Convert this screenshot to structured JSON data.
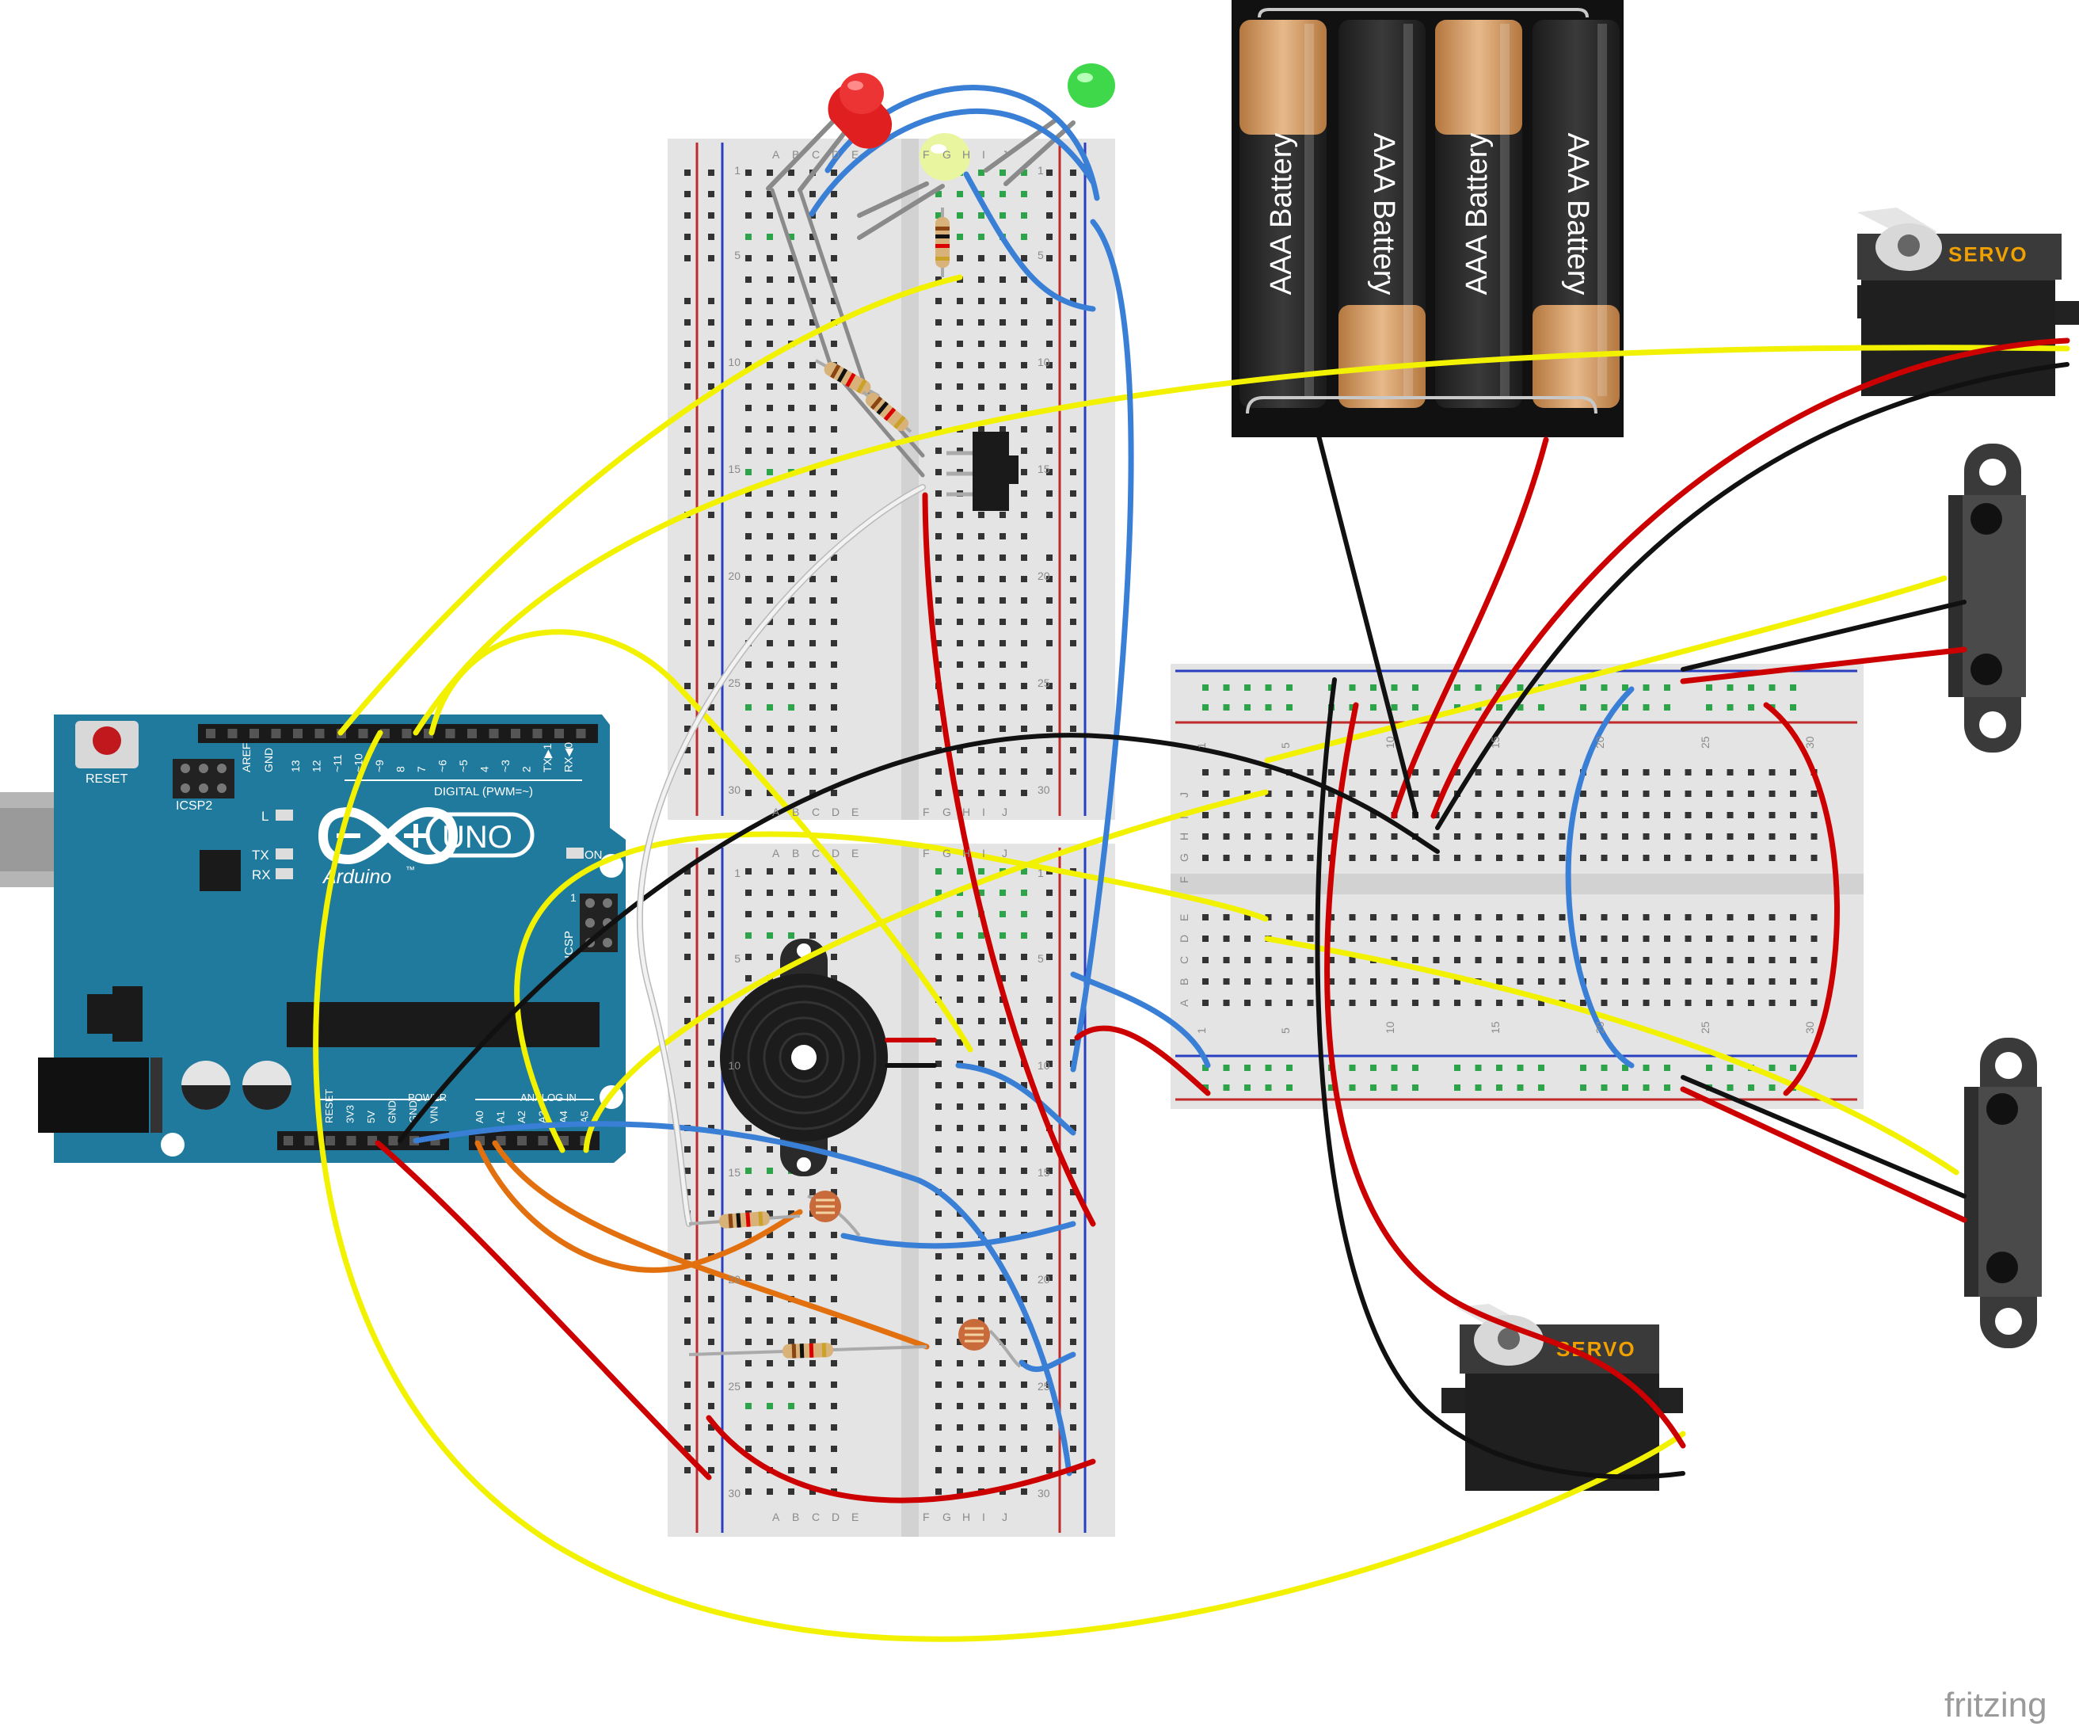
{
  "arduino": {
    "reset_label": "RESET",
    "icsp2_label": "ICSP2",
    "icsp_label": "ICSP",
    "aref_label": "AREF",
    "gnd_label": "GND",
    "digital_pin_labels": [
      "13",
      "12",
      "~11",
      "~10",
      "~9",
      "8",
      "7",
      "~6",
      "~5",
      "4",
      "~3",
      "2",
      "TX▶1",
      "RX◀0"
    ],
    "digital_label": "DIGITAL (PWM=~)",
    "l_label": "L",
    "tx_label": "TX",
    "rx_label": "RX",
    "on_label": "ON",
    "model_label": "UNO",
    "brand_label": "Arduino",
    "tm_label": "™",
    "power_pin_labels": [
      "RESET",
      "3V3",
      "5V",
      "GND",
      "GND",
      "VIN"
    ],
    "power_label": "POWER",
    "analog_pin_labels": [
      "A0",
      "A1",
      "A2",
      "A3",
      "A4",
      "A5"
    ],
    "analog_label": "ANALOG IN",
    "icsp_pin1_label": "1"
  },
  "breadboards": {
    "column_letters_left": [
      "A",
      "B",
      "C",
      "D",
      "E"
    ],
    "column_letters_right": [
      "F",
      "G",
      "H",
      "I",
      "J"
    ],
    "row_numbers": [
      "1",
      "5",
      "10",
      "15",
      "20",
      "25",
      "30"
    ]
  },
  "battery_pack": {
    "cell_labels": [
      "AAA Battery",
      "AAA Battery",
      "AAA Battery",
      "AAA Battery"
    ]
  },
  "servos": {
    "label": "SERVO"
  },
  "watermark": "fritzing",
  "colors": {
    "arduino_blue": "#1f7a9e",
    "wire_yellow": "#f2f200",
    "wire_blue": "#3a7fd6",
    "wire_red": "#cc0000",
    "wire_black": "#111111",
    "wire_white": "#e8e8e8",
    "wire_orange": "#e2700f",
    "wire_gray": "#8a8a8a",
    "led_red": "#e02020",
    "led_green": "#3ed84a",
    "led_yellow": "#eaf5a0",
    "battery_copper": "#d6a06a"
  }
}
